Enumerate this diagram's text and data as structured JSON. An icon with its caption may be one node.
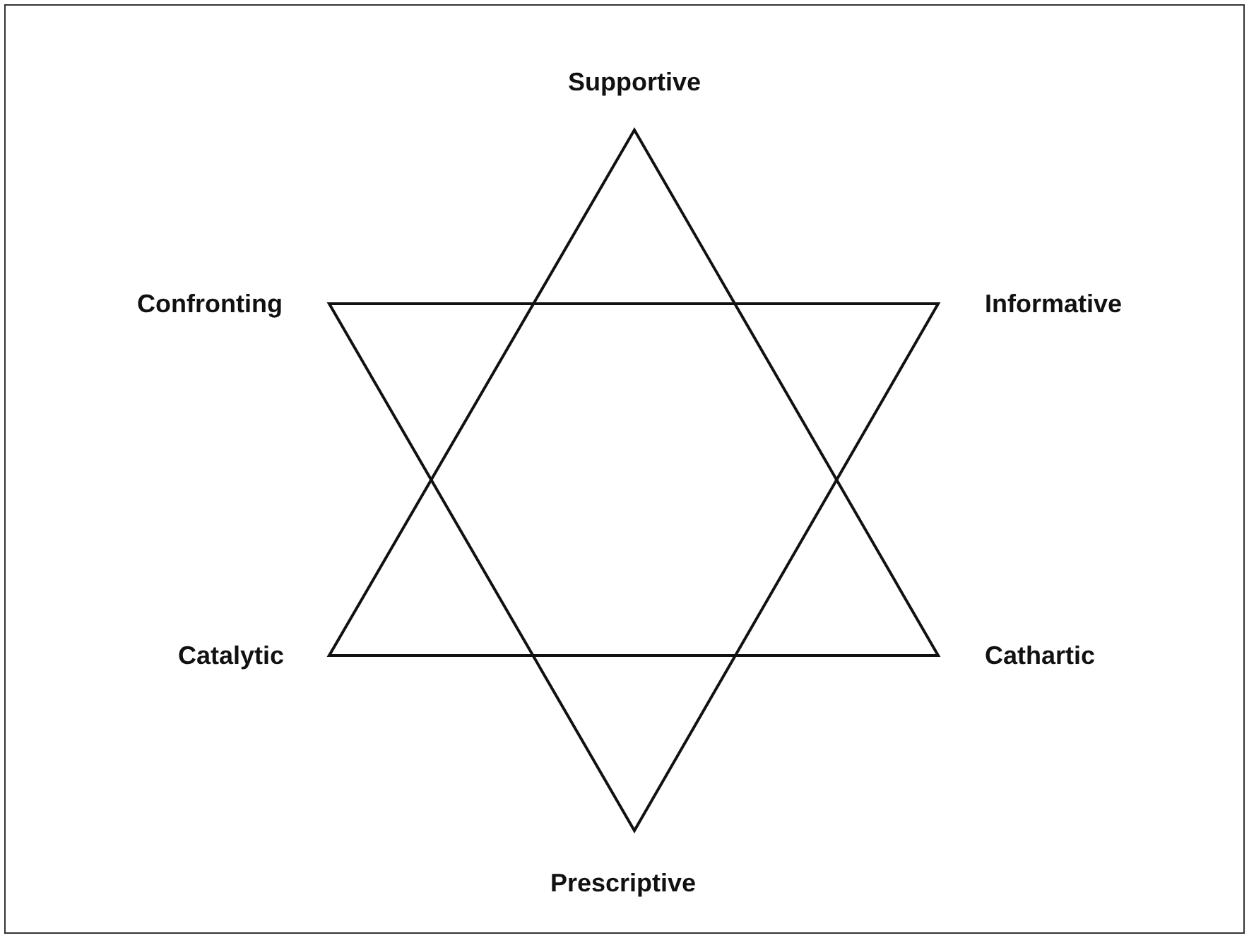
{
  "diagram": {
    "labels": [
      "Supportive",
      "Confronting",
      "Informative",
      "Catalytic",
      "Cathartic",
      "Prescriptive"
    ]
  }
}
